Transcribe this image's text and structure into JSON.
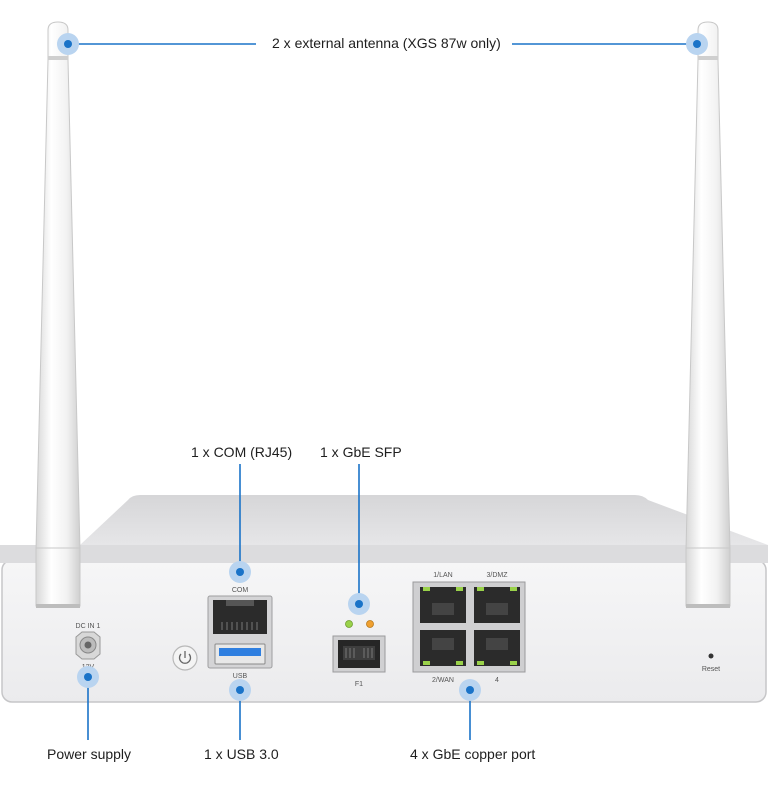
{
  "callouts": {
    "antenna": "2 x external antenna (XGS 87w only)",
    "com": "1 x COM (RJ45)",
    "sfp": "1 x GbE SFP",
    "power": "Power supply",
    "usb": "1 x USB 3.0",
    "copper": "4 x GbE copper port"
  },
  "panel_labels": {
    "dc_in": "DC IN 1",
    "voltage": "12V",
    "com": "COM",
    "usb": "USB",
    "sfp": "F1",
    "port1": "1/LAN",
    "port3": "3/DMZ",
    "port2": "2/WAN",
    "port4": "4",
    "reset": "Reset"
  },
  "colors": {
    "accent": "#1a73c8",
    "highlight": "#b9d4f0",
    "led_green": "#9ad24a",
    "led_orange": "#f0a030",
    "usb_blue": "#2f7fe0"
  }
}
